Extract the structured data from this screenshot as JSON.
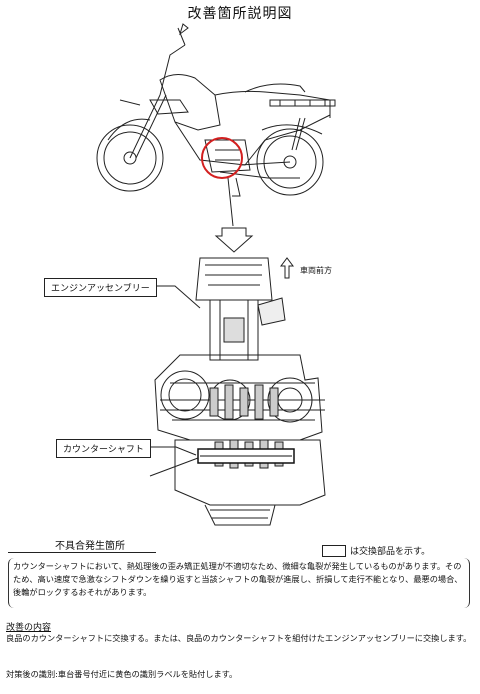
{
  "title": "改善箇所説明図",
  "labels": {
    "engine_assembly": "エンジンアッセンブリー",
    "counter_shaft": "カウンターシャフト",
    "vehicle_front": "車両前方"
  },
  "defect": {
    "heading": "不具合発生箇所",
    "legend": "は交換部品を示す。",
    "description": "カウンターシャフトにおいて、熱処理後の歪み矯正処理が不適切なため、微細な亀裂が発生しているものがあります。そのため、高い速度で急激なシフトダウンを繰り返すと当該シャフトの亀裂が進展し、折損して走行不能となり、最悪の場合、後輪がロックするおそれがあります。"
  },
  "improvement": {
    "heading": "改善の内容",
    "text": "良品のカウンターシャフトに交換する。または、良品のカウンターシャフトを組付けたエンジンアッセンブリーに交換します。"
  },
  "identification": "対策後の識別:車台番号付近に黄色の識別ラベルを貼付します。",
  "colors": {
    "highlight_circle": "#d32020"
  }
}
